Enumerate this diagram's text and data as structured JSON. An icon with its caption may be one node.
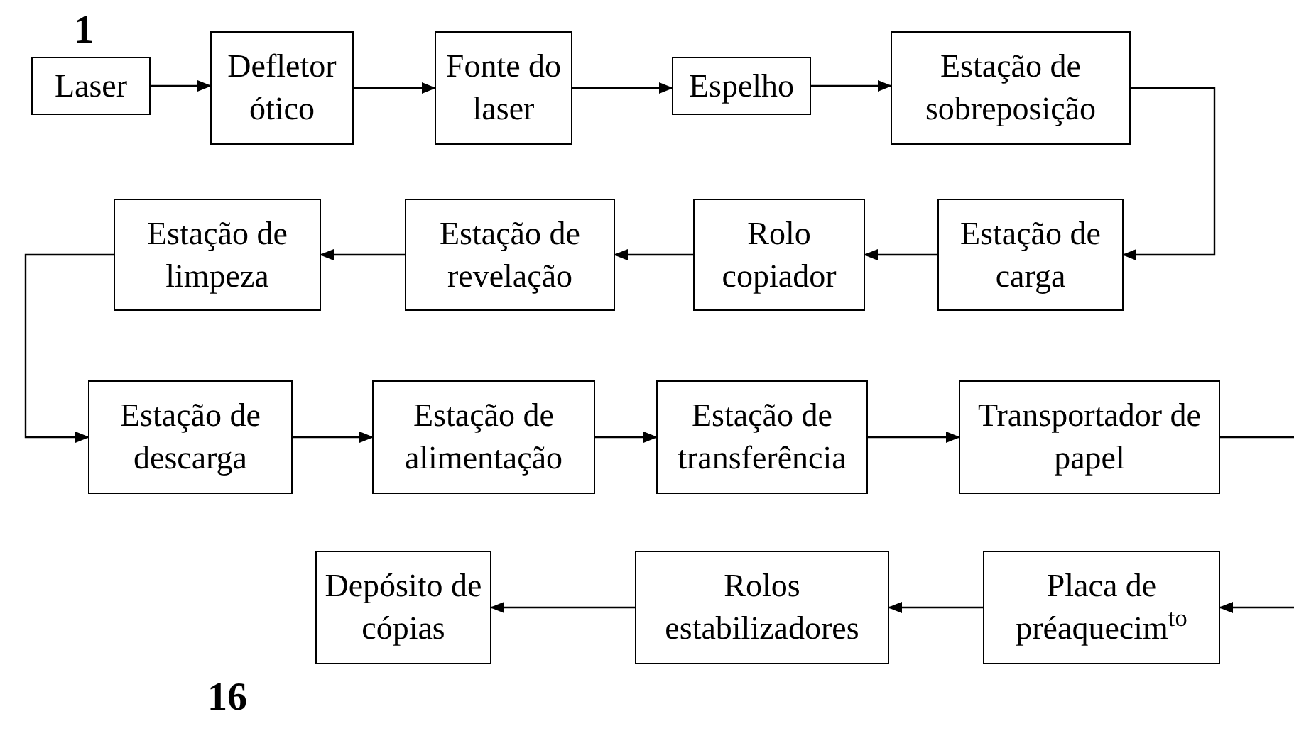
{
  "diagram": {
    "nodes": [
      {
        "text": [
          "Laser"
        ]
      },
      {
        "text": [
          "Defletor ótico"
        ]
      },
      {
        "text": [
          "Fonte do laser"
        ]
      },
      {
        "text": [
          "Espelho"
        ]
      },
      {
        "text": [
          "Estação de sobreposição"
        ]
      },
      {
        "text": [
          "Estação de carga"
        ]
      },
      {
        "text": [
          "Rolo copiador"
        ]
      },
      {
        "text": [
          "Estação de revelação"
        ]
      },
      {
        "text": [
          "Estação de limpeza"
        ]
      },
      {
        "text": [
          "Estação de descarga"
        ]
      },
      {
        "text": [
          "Estação de alimentação"
        ]
      },
      {
        "text": [
          "Estação de transferência"
        ]
      },
      {
        "text": [
          "Transportador de papel"
        ]
      },
      {
        "text": [
          "Placa de préaquecim$^{to}$"
        ]
      },
      {
        "text": [
          "Rolos estabilizadores"
        ]
      },
      {
        "text": [
          "Depósito de cópias"
        ]
      }
    ],
    "edges": [
      {
        "from": 0,
        "to": 1,
        "arrow": "to"
      },
      {
        "from": 1,
        "to": 2,
        "arrow": "to"
      },
      {
        "from": 2,
        "to": 3,
        "arrow": "to"
      },
      {
        "from": 3,
        "to": 4,
        "arrow": "to"
      },
      {
        "from": 4,
        "to": 5,
        "arrow": "to"
      },
      {
        "from": 5,
        "to": 6,
        "arrow": "to"
      },
      {
        "from": 6,
        "to": 7,
        "arrow": "to"
      },
      {
        "from": 7,
        "to": 8,
        "arrow": "to"
      },
      {
        "from": 8,
        "to": 9,
        "arrow": "to"
      },
      {
        "from": 9,
        "to": 10,
        "arrow": "to"
      },
      {
        "from": 10,
        "to": 11,
        "arrow": "to"
      },
      {
        "from": 11,
        "to": 12,
        "arrow": "to"
      },
      {
        "from": 12,
        "to": null,
        "arrow": "none"
      },
      {
        "from": null,
        "to": 13,
        "arrow": "to"
      },
      {
        "from": 13,
        "to": 14,
        "arrow": "to"
      },
      {
        "from": 14,
        "to": 15,
        "arrow": "to"
      }
    ],
    "labels": [
      "1",
      "16"
    ]
  }
}
